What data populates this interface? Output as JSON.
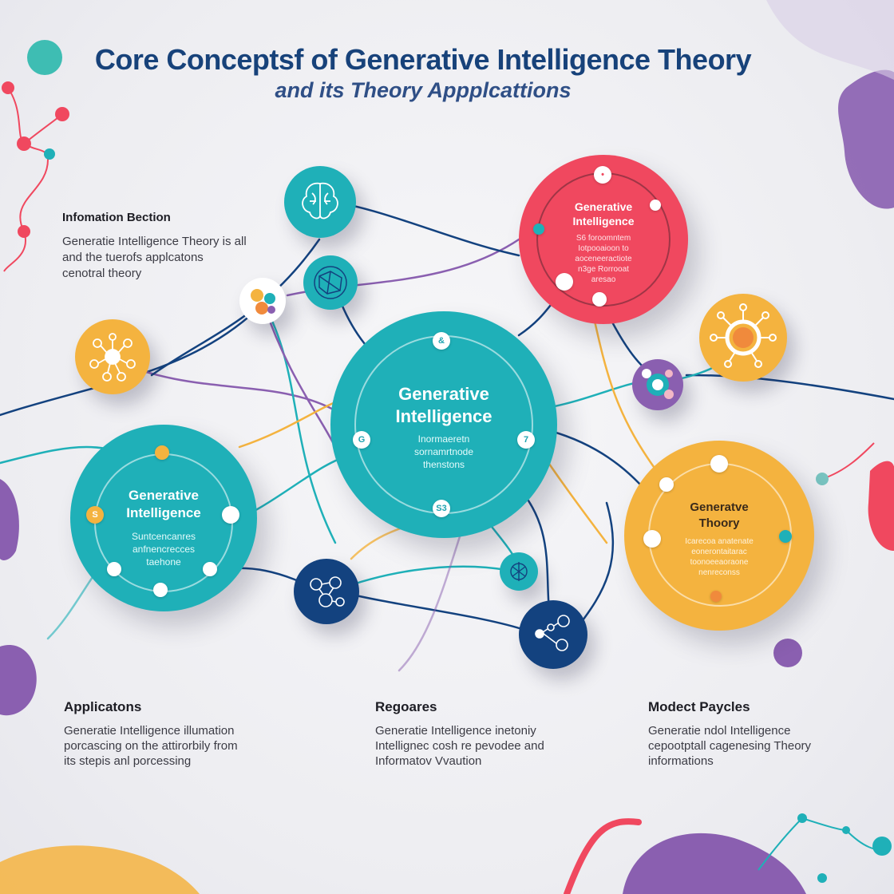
{
  "header": {
    "title": "Core Conceptsf of Generative Intelligence Theory",
    "subtitle": "and its Theory Appplcattions"
  },
  "info_section": {
    "title": "Infomation Bection",
    "lines": [
      "Generatie Intelligence Theory is all",
      "and the tuerofs applcatons",
      "cenotral theory"
    ]
  },
  "central_circle": {
    "heading": [
      "Generative",
      "Intelligence"
    ],
    "body": [
      "Inormaeretn",
      "sornamrtnode",
      "thenstons"
    ],
    "markers": [
      "G",
      "7",
      "S3",
      "&"
    ]
  },
  "top_right_circle": {
    "heading": [
      "Generative",
      "Intelligence"
    ],
    "body": [
      "S6 foroomntem",
      "Iotpooaioon to",
      "aoceneeractiote",
      "n3ge Rorrooat",
      "aresao"
    ]
  },
  "left_circle": {
    "heading": [
      "Generative",
      "Intelligence"
    ],
    "body": [
      "Suntcencanres",
      "anfnencrecces",
      "taehone"
    ],
    "markers": [
      "S"
    ]
  },
  "right_circle": {
    "heading": [
      "Generatve",
      "Thoory"
    ],
    "body": [
      "Icarecoa anatenate",
      "eonerontaitarac",
      "toonoeeaoraone",
      "nenreconss"
    ]
  },
  "bottom_panels": [
    {
      "title": "Applicatons",
      "lines": [
        "Generatie Intelligence illumation",
        "porcascing on the attirorbily  from",
        "its stepis anl porcessing"
      ]
    },
    {
      "title": "Regoares",
      "lines": [
        "Generatie Intelligence inetoniy",
        "Intellignec cosh re pevodee and",
        "Informatov Vvaution"
      ]
    },
    {
      "title": "Modect Paycles",
      "lines": [
        "Generatie ndol Intelligence",
        "cepootptall cagenesing Theory",
        "informations"
      ]
    }
  ],
  "colors": {
    "teal": "#1fb0b8",
    "coral": "#f0485f",
    "orange": "#f4b33f",
    "navy": "#13427f",
    "purple": "#8a5fb0"
  },
  "icons": [
    "brain-icon",
    "network-icon",
    "molecule-icon",
    "atom-icon"
  ]
}
